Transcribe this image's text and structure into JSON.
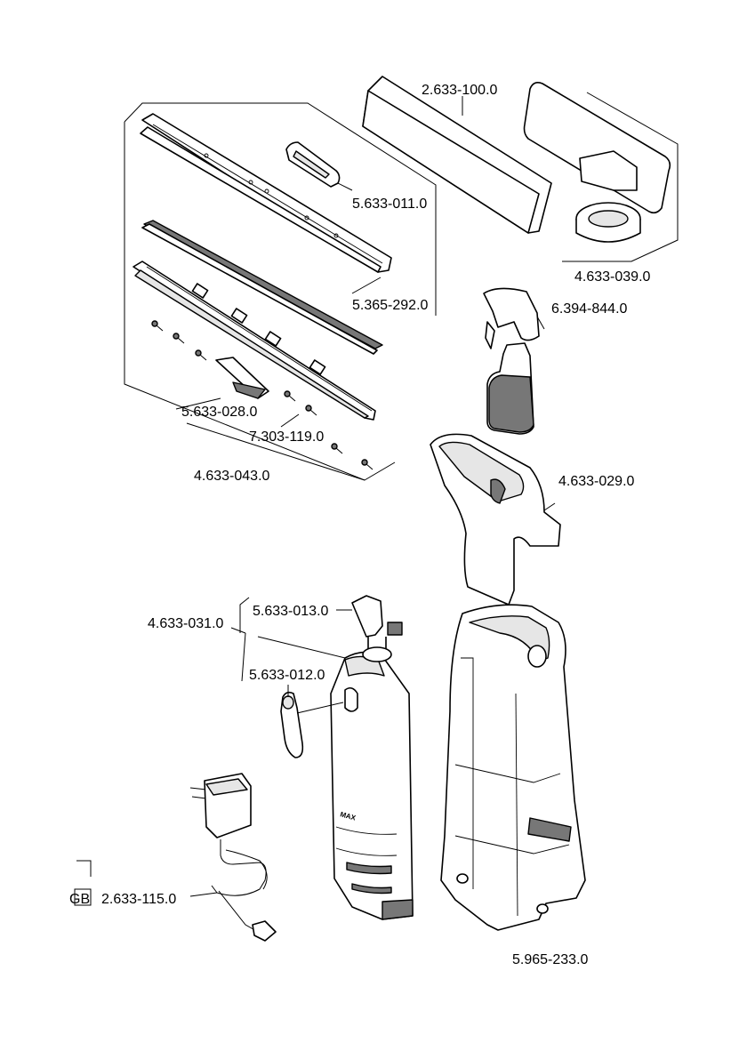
{
  "parts": {
    "cleaning_plate": "2.633-100.0",
    "spray_holder": "4.633-039.0",
    "pad_holder": "5.633-011.0",
    "blade": "5.365-292.0",
    "spray_bottle": "6.394-844.0",
    "nozzle_clip": "5.633-028.0",
    "screw": "7.303-119.0",
    "nozzle_set": "4.633-043.0",
    "top_cover": "4.633-029.0",
    "tank_set": "4.633-031.0",
    "tank_valve": "5.633-013.0",
    "tank_plug": "5.633-012.0",
    "charger": "2.633-115.0",
    "housing": "5.965-233.0"
  },
  "tank_marking": "MAX",
  "country_code": "GB"
}
